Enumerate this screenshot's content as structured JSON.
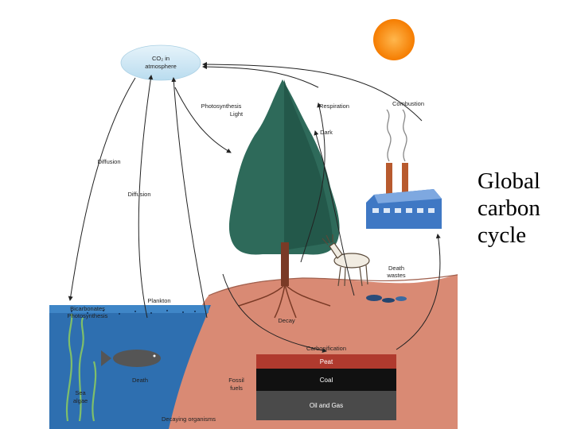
{
  "title": "Global\ncarbon\ncycle",
  "labels": {
    "co2_line1": "CO₂ in",
    "co2_line2": "atmosphere",
    "photosynthesis_line1": "Photosynthesis",
    "photosynthesis_line2": "Light",
    "respiration": "Respiration",
    "dark": "Dark",
    "combustion": "Combustion",
    "diffusion_outer": "Diffusion",
    "diffusion_inner": "Diffusion",
    "plankton": "Plankton",
    "bicarbonates_line1": "Bicarbonates",
    "bicarbonates_line2": "Photosynthesis",
    "death_wastes_line1": "Death",
    "death_wastes_line2": "wastes",
    "decay": "Decay",
    "carbonification": "Carbonification",
    "peat": "Peat",
    "coal": "Coal",
    "oil_gas": "Oil and Gas",
    "fossil_line1": "Fossil",
    "fossil_line2": "fuels",
    "death_sea": "Death",
    "sea_algae_line1": "Sea",
    "sea_algae_line2": "algae",
    "decaying": "Decaying organisms"
  },
  "colors": {
    "sky_ellipse": "#cfe6f3",
    "sun": "#f7931e",
    "soil": "#d98a74",
    "ocean": "#2e6fb0",
    "tree": "#2e6a5a",
    "peat": "#b03a2e",
    "coal": "#111111",
    "oil_gas": "#4a4a4a",
    "factory": "#3f78c4"
  }
}
